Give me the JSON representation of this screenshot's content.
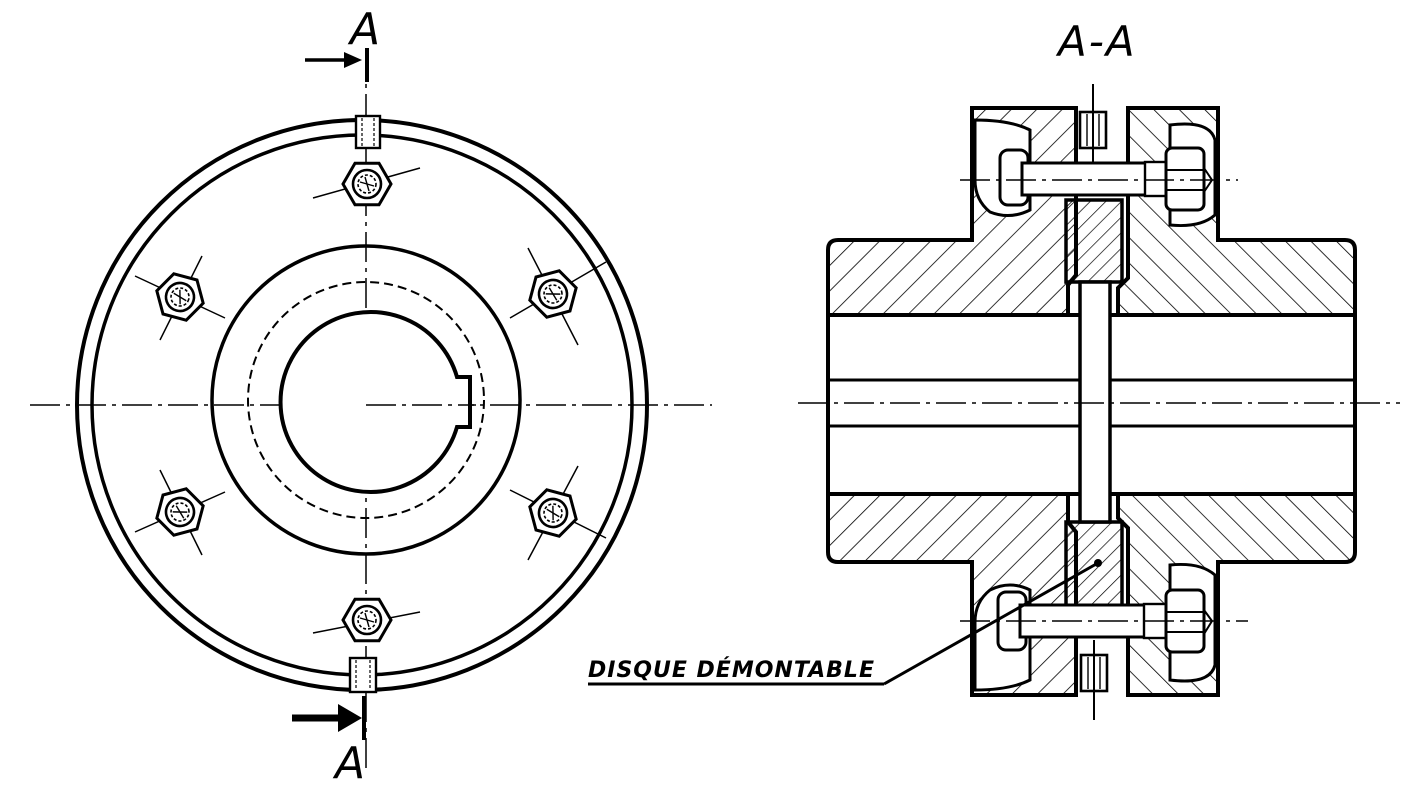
{
  "drawing": {
    "section_marker_top": "A",
    "section_marker_bottom": "A",
    "section_view_title": "A-A",
    "callout_label": "DISQUE DÉMONTABLE"
  },
  "colors": {
    "ink": "#000000",
    "paper": "#ffffff"
  }
}
